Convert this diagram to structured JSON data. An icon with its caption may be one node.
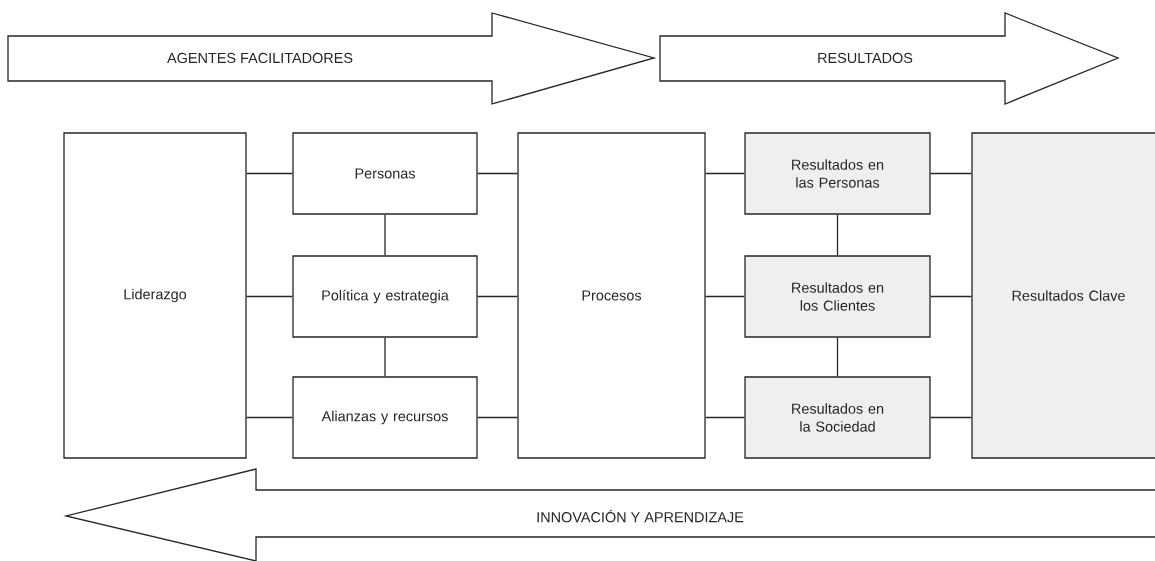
{
  "diagram": {
    "nodes": [
      {
        "text": [
          "AGENTES FACILITADORES"
        ]
      },
      {
        "text": [
          "RESULTADOS"
        ]
      },
      {
        "text": [
          "Liderazgo"
        ]
      },
      {
        "text": [
          "Personas"
        ]
      },
      {
        "text": [
          "Política y estrategia"
        ]
      },
      {
        "text": [
          "Alianzas y recursos"
        ]
      },
      {
        "text": [
          "Procesos"
        ]
      },
      {
        "text": [
          "Resultados en las Personas"
        ]
      },
      {
        "text": [
          "Resultados en los Clientes"
        ]
      },
      {
        "text": [
          "Resultados en la Sociedad"
        ]
      },
      {
        "text": [
          "Resultados Clave"
        ]
      },
      {
        "text": [
          "INNOVACIÓN Y APRENDIZAJE"
        ]
      }
    ],
    "edges": [
      {
        "from": 2,
        "to": 3,
        "arrow": "none"
      },
      {
        "from": 2,
        "to": 4,
        "arrow": "none"
      },
      {
        "from": 2,
        "to": 5,
        "arrow": "none"
      },
      {
        "from": 3,
        "to": 4,
        "arrow": "none"
      },
      {
        "from": 4,
        "to": 5,
        "arrow": "none"
      },
      {
        "from": 3,
        "to": 6,
        "arrow": "none"
      },
      {
        "from": 4,
        "to": 6,
        "arrow": "none"
      },
      {
        "from": 5,
        "to": 6,
        "arrow": "none"
      },
      {
        "from": 6,
        "to": 7,
        "arrow": "none"
      },
      {
        "from": 6,
        "to": 8,
        "arrow": "none"
      },
      {
        "from": 6,
        "to": 9,
        "arrow": "none"
      },
      {
        "from": 7,
        "to": 8,
        "arrow": "none"
      },
      {
        "from": 8,
        "to": 9,
        "arrow": "none"
      },
      {
        "from": 7,
        "to": 10,
        "arrow": "none"
      },
      {
        "from": 8,
        "to": 10,
        "arrow": "none"
      },
      {
        "from": 9,
        "to": 10,
        "arrow": "none"
      }
    ]
  }
}
